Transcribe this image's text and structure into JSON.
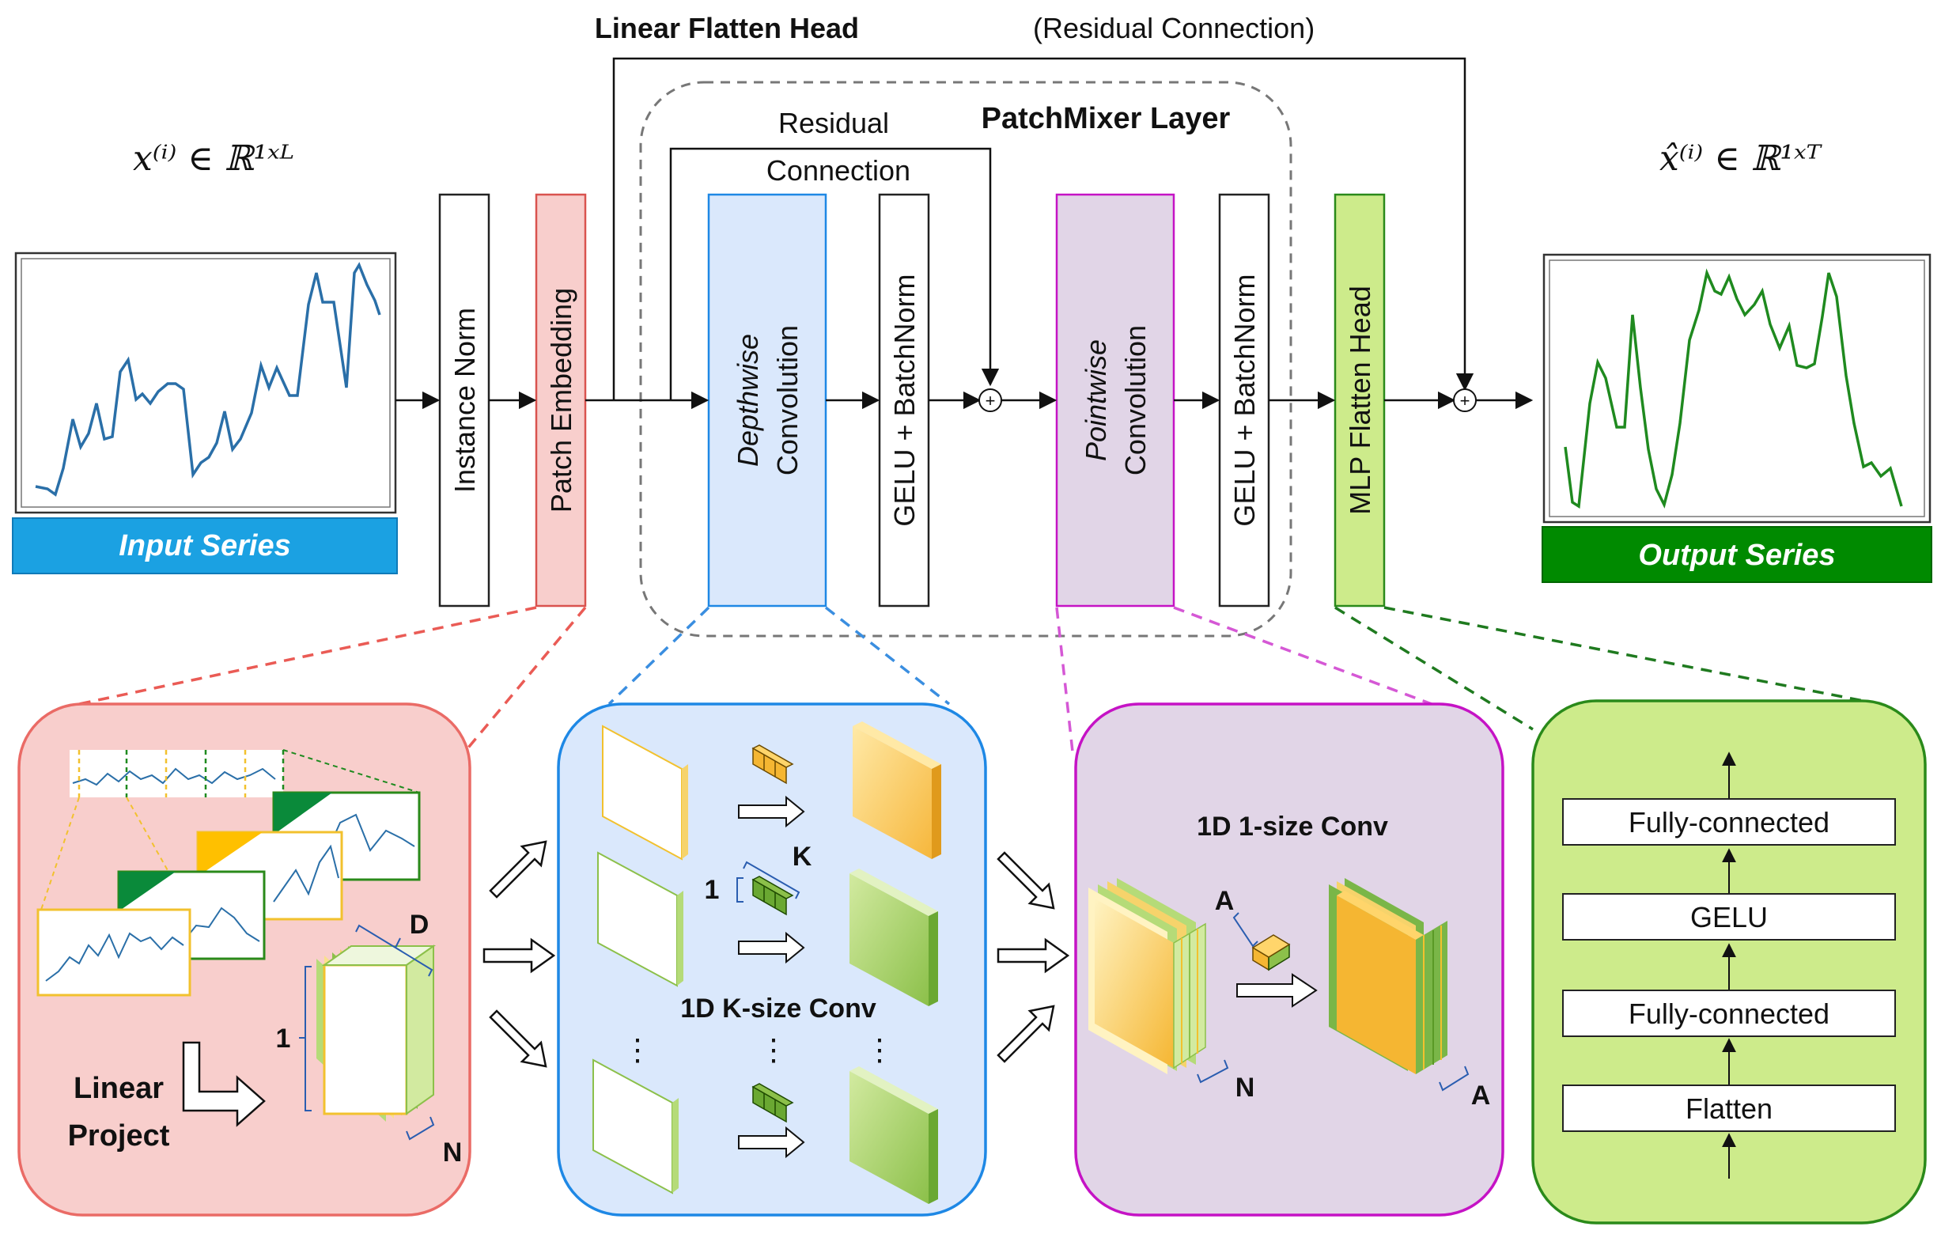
{
  "header": {
    "title_bold": "Linear Flatten Head",
    "title_rest": "(Residual Connection)"
  },
  "math": {
    "input": "x⁽ⁱ⁾ ∈ ℝ¹ˣᴸ",
    "output": "x̂⁽ⁱ⁾ ∈ ℝ¹ˣᵀ"
  },
  "input_series": {
    "label": "Input Series"
  },
  "output_series": {
    "label": "Output Series"
  },
  "pipeline": {
    "instance_norm": "Instance Norm",
    "patch_embedding": "Patch Embedding",
    "depthwise_em": "Depthwise",
    "depthwise_rest": "Convolution",
    "gelu_bn_1": "GELU + BatchNorm",
    "pointwise_em": "Pointwise",
    "pointwise_rest": "Convolution",
    "gelu_bn_2": "GELU + BatchNorm",
    "mlp_head": "MLP Flatten Head",
    "patchmixer_title": "PatchMixer Layer",
    "residual_line1": "Residual",
    "residual_line2": "Connection",
    "plus": "+"
  },
  "panel_patch": {
    "label_line1": "Linear",
    "label_line2": "Project",
    "dim_d": "D",
    "dim_1": "1",
    "dim_n": "N"
  },
  "panel_depthwise": {
    "title": "1D K-size Conv",
    "dim_k": "K",
    "dim_1": "1",
    "dots": "⋮"
  },
  "panel_pointwise": {
    "title": "1D 1-size Conv",
    "dim_a1": "A",
    "dim_n": "N",
    "dim_a2": "A"
  },
  "panel_mlp": {
    "steps": [
      "Fully-connected",
      "GELU",
      "Fully-connected",
      "Flatten"
    ]
  },
  "colors": {
    "input_blue": "#1ba1e2",
    "output_green": "#008a00",
    "patch_red": "#f8cecc",
    "patch_red_border": "#ea6b66",
    "depth_blue": "#dae8fc",
    "depth_blue_border": "#1e88e5",
    "point_purple": "#e1d5e7",
    "point_purple_border": "#c513c5",
    "mlp_green": "#cdeb8b",
    "mlp_green_border": "#2a8a1a"
  }
}
